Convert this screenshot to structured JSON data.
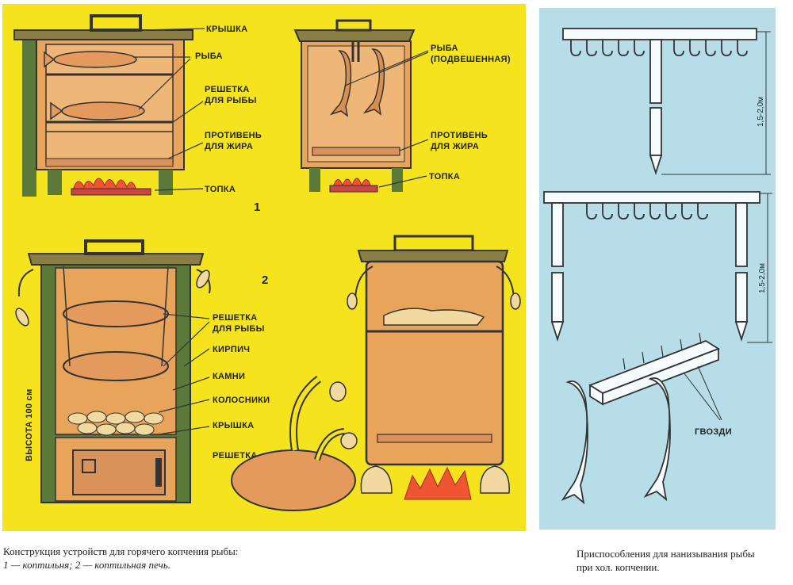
{
  "panels": {
    "left_bg": "#f4e31d",
    "right_bg": "#b7dde8",
    "oven_color": "#e8a45a",
    "brick_color": "#5b7a3a",
    "fire_color": "#ee5533"
  },
  "labels_1": {
    "lid": "КРЫШКА",
    "fish": "РЫБА",
    "grate_l1": "РЕШЕТКА",
    "grate_l2": "ДЛЯ РЫБЫ",
    "pan_l1": "ПРОТИВЕНЬ",
    "pan_l2": "ДЛЯ ЖИРА",
    "firebox": "ТОПКА",
    "hung_l1": "РЫБА",
    "hung_l2": "(ПОДВЕШЕННАЯ)",
    "pan2_l1": "ПРОТИВЕНЬ",
    "pan2_l2": "ДЛЯ ЖИРА",
    "firebox2": "ТОПКА",
    "number": "1"
  },
  "labels_2": {
    "number": "2",
    "grate_l1": "РЕШЕТКА",
    "grate_l2": "ДЛЯ РЫБЫ",
    "brick": "КИРПИЧ",
    "stones": "КАМНИ",
    "bars": "КОЛОСНИКИ",
    "lid": "КРЫШКА",
    "grate": "РЕШЕТКА",
    "height": "ВЫСОТА 100 см"
  },
  "labels_right": {
    "dim_top": "1,5-2,0м",
    "dim_bottom": "1,5-2,0м",
    "nails": "ГВОЗДИ"
  },
  "captions": {
    "left_line1": "Конструкция устройств для горячего копчения рыбы:",
    "left_line2": "1 — коптильня; 2 — коптильная печь.",
    "right_line1": "Приспособления для нанизывания рыбы",
    "right_line2": "при хол. копчении."
  }
}
